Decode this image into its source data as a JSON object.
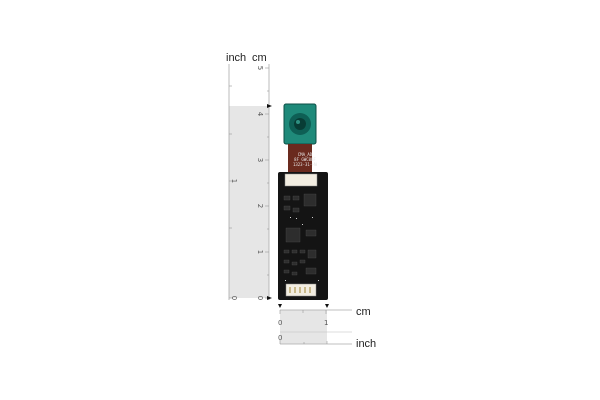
{
  "vertical_ruler": {
    "unit_inch": "inch",
    "unit_cm": "cm",
    "cm_ticks": [
      "0",
      "1",
      "2",
      "3",
      "4",
      "5"
    ],
    "inch_ticks": [
      "0",
      "1"
    ]
  },
  "horizontal_ruler": {
    "unit_cm": "cm",
    "unit_inch": "inch",
    "cm_ticks": [
      "0",
      "1"
    ],
    "inch_ticks": [
      "0"
    ]
  },
  "board": {
    "camera_label_1": "CMA_AD",
    "camera_label_2": "8F GWC08F",
    "camera_label_3": "1323-31-HW"
  },
  "colors": {
    "ruler_shade": "#e6e6e6",
    "pcb": "#141414",
    "lens_body": "#1f8a7a",
    "flex_cable": "#6a2a1e",
    "connector": "#f2ede1"
  }
}
